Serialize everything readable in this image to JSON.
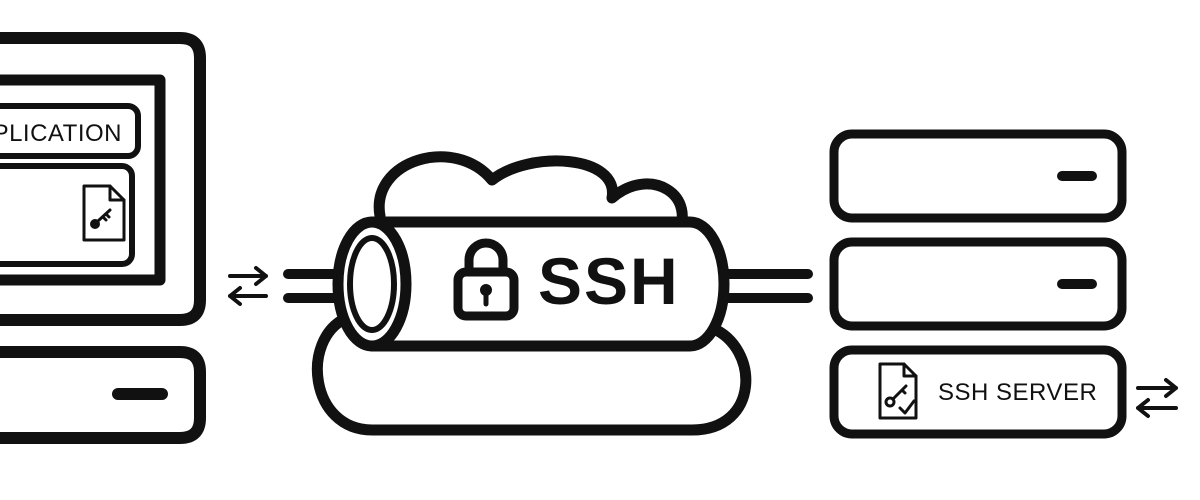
{
  "client": {
    "app_label": "APPLICATION"
  },
  "tunnel": {
    "label": "SSH"
  },
  "server": {
    "label": "SSH SERVER"
  },
  "colors": {
    "stroke": "#111111",
    "background": "#ffffff"
  },
  "icons": [
    "key-file-icon",
    "padlock-icon",
    "verified-key-file-icon",
    "bidirectional-arrows-icon"
  ]
}
